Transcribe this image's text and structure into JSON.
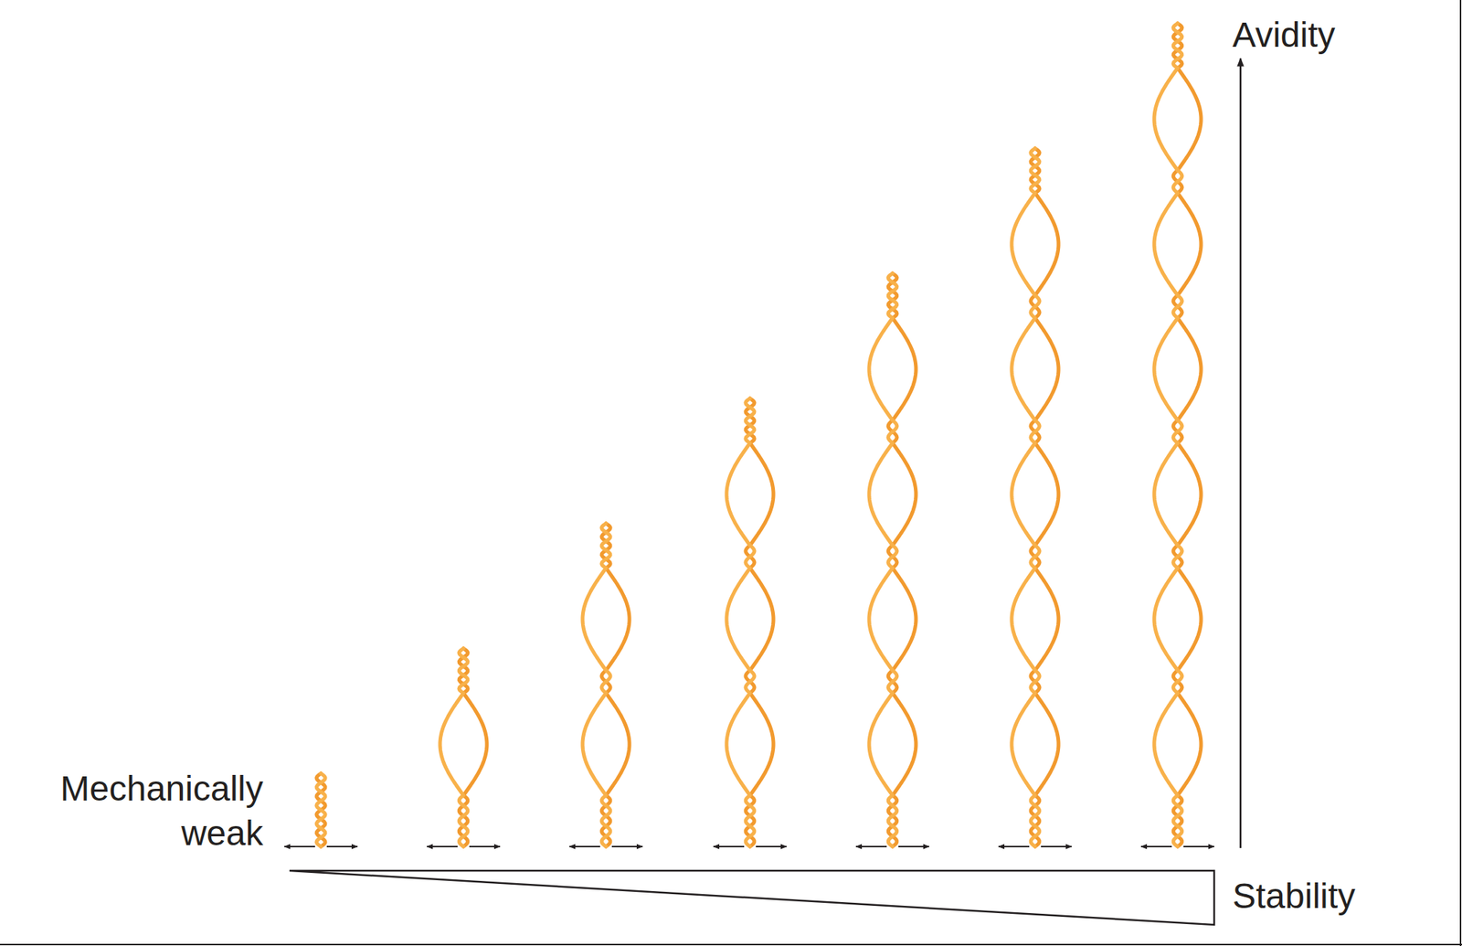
{
  "diagram": {
    "labels": [
      "Mechanically weak",
      "Avidity",
      "Stability"
    ]
  }
}
